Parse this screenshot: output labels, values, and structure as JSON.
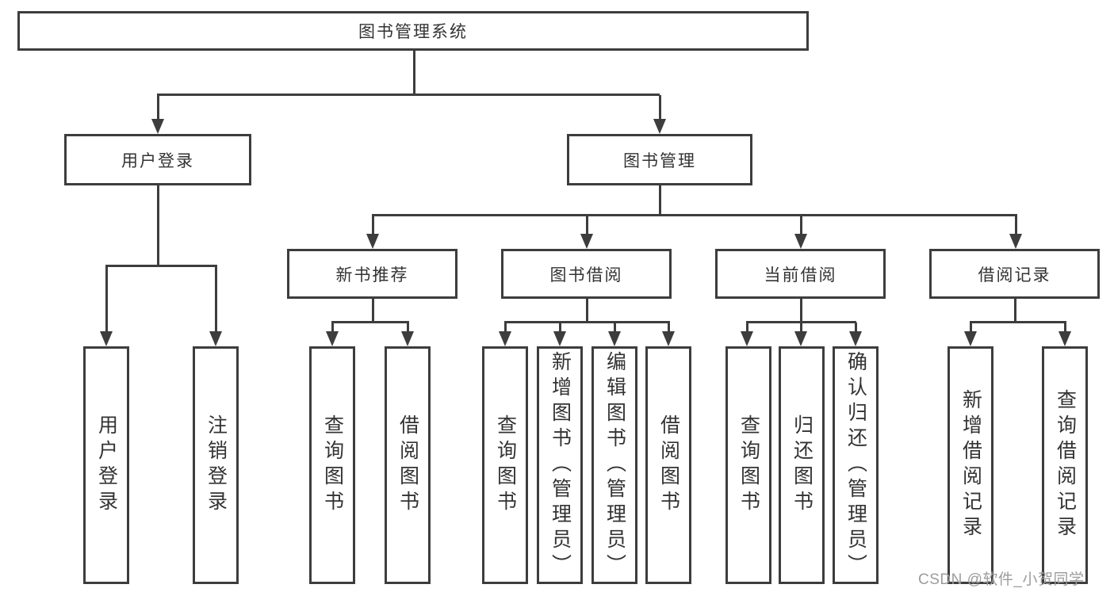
{
  "diagram_title": "图书管理系统",
  "nodes": {
    "root": "图书管理系统",
    "user_login": "用户登录",
    "book_management": "图书管理",
    "new_book_recommend": "新书推荐",
    "book_borrowing": "图书借阅",
    "current_borrowing": "当前借阅",
    "borrowing_records": "借阅记录"
  },
  "leaves": [
    "用户登录",
    "注销登录",
    "查询图书",
    "借阅图书",
    "查询图书",
    "新增图书（管理员）",
    "编辑图书（管理员）",
    "借阅图书",
    "查询图书",
    "归还图书",
    "确认归还（管理员）",
    "新增借阅记录",
    "查询借阅记录"
  ],
  "watermark": "CSDN @软件_小贺同学",
  "colors": {
    "line": "#3d3d3d",
    "text": "#333333",
    "box_background": "#ffffff",
    "watermark": "#9c9c9c",
    "page_background": "#ffffff"
  }
}
